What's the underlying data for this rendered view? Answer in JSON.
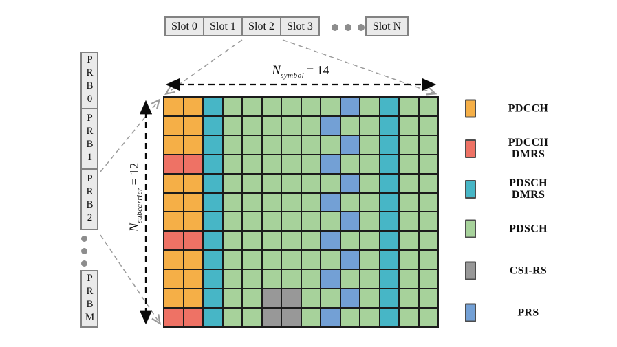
{
  "figure": {
    "slots": {
      "boxes": [
        "Slot 0",
        "Slot 1",
        "Slot 2",
        "Slot 3"
      ],
      "ellipsis_icon": "three-dots",
      "last": "Slot N"
    },
    "prbs": {
      "items": [
        "PRB0",
        "PRB1",
        "PRB2"
      ],
      "ellipsis_icon": "three-dots-vertical",
      "last": "PRBM"
    },
    "axis": {
      "symbol": {
        "base": "N",
        "sub": "symbol",
        "eq": "= 14"
      },
      "subcarrier": {
        "base": "N",
        "sub": "subcarrier",
        "eq": "= 12"
      }
    },
    "grid": {
      "rows": 12,
      "cols": 14,
      "matrix": [
        "PPSGGGGGGRGSGG",
        "PPSGGGGGRGGSGG",
        "PPSGGGGGGRGSGG",
        "DDSGGGGGRGGSGG",
        "PPSGGGGGGRGSGG",
        "PPSGGGGGRGGSGG",
        "PPSGGGGGGRGSGG",
        "DDSGGGGGRGGSGG",
        "PPSGGGGGGRGSGG",
        "PPSGGGGGRGGSGG",
        "PPSGGCCGGRGSGG",
        "DDSGGCCGRGGSGG"
      ],
      "channels": {
        "P": "PDCCH",
        "D": "PDCCH DMRS",
        "S": "PDSCH DMRS",
        "G": "PDSCH",
        "C": "CSI-RS",
        "R": "PRS"
      }
    },
    "legend": [
      {
        "code": "P",
        "lines": [
          "PDCCH"
        ]
      },
      {
        "code": "D",
        "lines": [
          "PDCCH",
          "DMRS"
        ]
      },
      {
        "code": "S",
        "lines": [
          "PDSCH",
          "DMRS"
        ]
      },
      {
        "code": "G",
        "lines": [
          "PDSCH"
        ]
      },
      {
        "code": "C",
        "lines": [
          "CSI-RS"
        ]
      },
      {
        "code": "R",
        "lines": [
          "PRS"
        ]
      }
    ],
    "colors": {
      "P": "#F5AF47",
      "D": "#EE7265",
      "S": "#47B6C6",
      "G": "#A7D29B",
      "C": "#989898",
      "R": "#73A0D5",
      "grid_line": "#1c1c1c",
      "box_fill": "#EAEAEA",
      "box_border": "#828282",
      "connector": "#9b9b9b",
      "arrow": "#0a0a0a"
    }
  }
}
